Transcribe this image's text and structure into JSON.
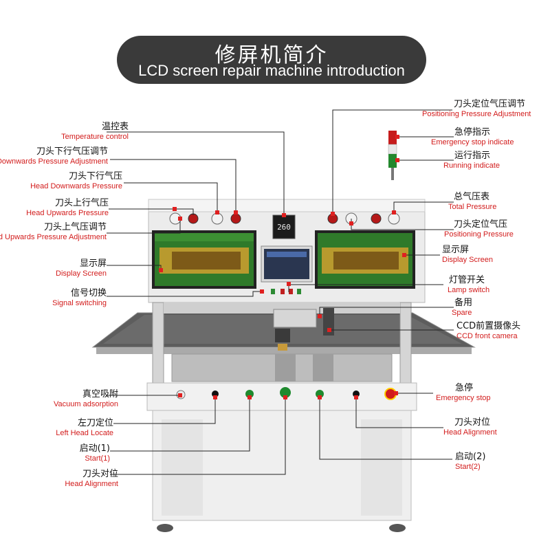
{
  "banner": {
    "title_cn": "修屏机简介",
    "title_en": "LCD screen repair machine introduction"
  },
  "display_readout": "260",
  "labels_left": [
    {
      "cn": "温控表",
      "en": "Temperature control"
    },
    {
      "cn": "刀头下行气压调节",
      "en": "Head Downwards Pressure Adjustment"
    },
    {
      "cn": "刀头下行气压",
      "en": "Head Downwards Pressure"
    },
    {
      "cn": "刀头上行气压",
      "en": "Head Upwards Pressure"
    },
    {
      "cn": "刀头上气压调节",
      "en": "Head Upwards Pressure Adjustment"
    },
    {
      "cn": "显示屏",
      "en": "Display Screen"
    },
    {
      "cn": "信号切换",
      "en": "Signal switching"
    },
    {
      "cn": "真空吸附",
      "en": "Vacuum adsorption"
    },
    {
      "cn": "左刀定位",
      "en": "Left Head Locate"
    },
    {
      "cn": "启动(1)",
      "en": "Start(1)"
    },
    {
      "cn": "刀头对位",
      "en": "Head Alignment"
    }
  ],
  "labels_right": [
    {
      "cn": "刀头定位气压调节",
      "en": "Positioning Pressure Adjustment"
    },
    {
      "cn": "急停指示",
      "en": "Emergency stop indicate"
    },
    {
      "cn": "运行指示",
      "en": "Running indicate"
    },
    {
      "cn": "总气压表",
      "en": "Total Pressure"
    },
    {
      "cn": "刀头定位气压",
      "en": "Positioning Pressure"
    },
    {
      "cn": "显示屏",
      "en": "Display Screen"
    },
    {
      "cn": "灯管开关",
      "en": "Lamp switch"
    },
    {
      "cn": "备用",
      "en": "Spare"
    },
    {
      "cn": "CCD前置摄像头",
      "en": "CCD front camera"
    },
    {
      "cn": "急停",
      "en": "Emergency stop"
    },
    {
      "cn": "刀头对位",
      "en": "Head Alignment"
    },
    {
      "cn": "启动(2)",
      "en": "Start(2)"
    }
  ],
  "colors": {
    "banner": "#3a3a3a",
    "label_en": "#d21b1b",
    "leader": "#222222",
    "marker": "#e02020"
  }
}
